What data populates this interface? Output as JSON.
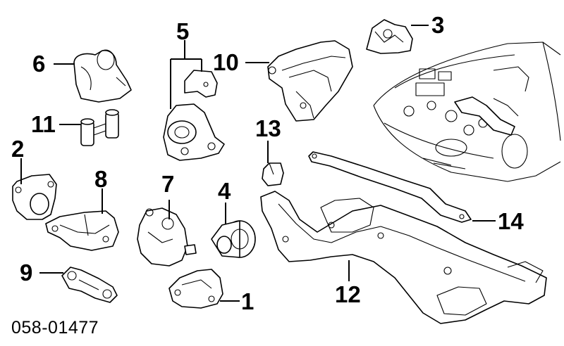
{
  "diagram": {
    "catalog_number": "058-01477",
    "callouts": {
      "c1": "1",
      "c2": "2",
      "c3": "3",
      "c4": "4",
      "c5": "5",
      "c6": "6",
      "c7": "7",
      "c8": "8",
      "c9": "9",
      "c10": "10",
      "c11": "11",
      "c12": "12",
      "c13": "13",
      "c14": "14"
    }
  },
  "colors": {
    "line": "#000000",
    "background": "#ffffff"
  }
}
